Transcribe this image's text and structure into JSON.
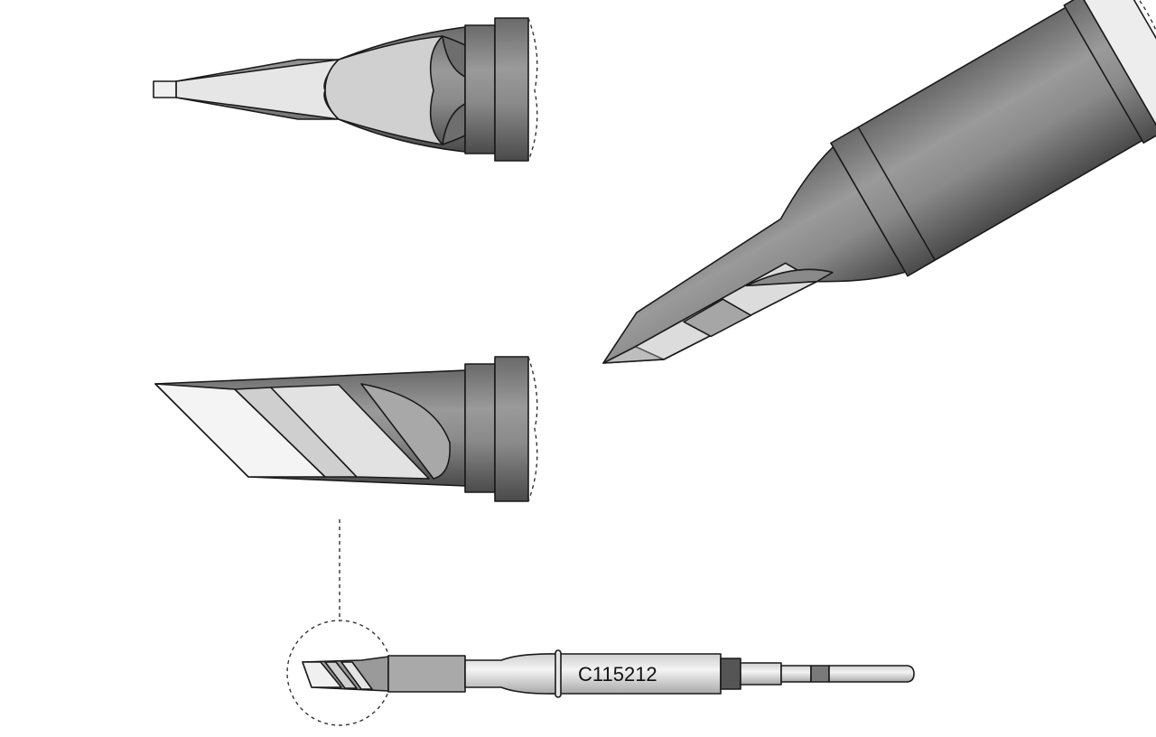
{
  "figure": {
    "part_number": "C115212",
    "views": [
      "top-view",
      "side-view",
      "perspective-view",
      "full-cartridge-view"
    ]
  },
  "colors": {
    "dark": "#5f5f5f",
    "mid": "#8c8c8c",
    "light": "#bdbdbd",
    "pale": "#dcdcdc",
    "white": "#f2f2f2"
  }
}
